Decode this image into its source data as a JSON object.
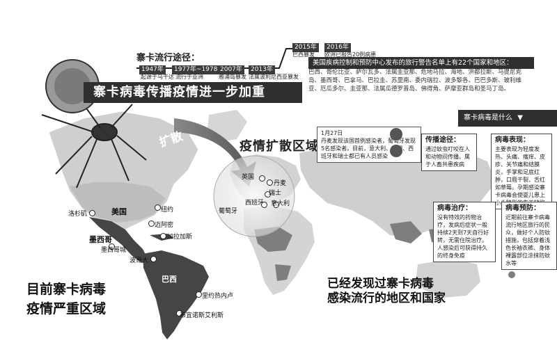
{
  "timeline": {
    "title": "寨卡流行途径：",
    "events": [
      {
        "year": "1947年",
        "caption": "起源于乌干达"
      },
      {
        "year": "1977年~1978年",
        "caption": "流行于亚洲"
      },
      {
        "year": "2007年",
        "caption": "雅浦岛暴发"
      },
      {
        "year": "2013年",
        "caption": "法属波利尼西亚暴发"
      },
      {
        "year": "2015年",
        "caption": "巴西暴发"
      },
      {
        "year": "2016年",
        "caption": "欧洲已报告20例病患"
      }
    ]
  },
  "headline": "寨卡病毒传播疫情进一步加重",
  "warning": {
    "title": "美国疾病控制和预防中心发布的旅行警告名单上有22个国家和地区：",
    "countries": "巴西、哥伦比亚、萨尔瓦多、法属圭亚那、危地马拉、海地、洪都拉斯、马提尼克岛、墨西哥、巴拿马、巴拉圭、苏里南、委内瑞拉、波多黎各、巴巴多斯、玻利维亚、厄瓜多尔、圭亚那、法属瓜德罗普岛、佛得角、萨摩亚群岛和圣马丁岛。"
  },
  "what_is": "寨卡病毒是什么",
  "spread": {
    "title": "疫情扩散区域",
    "arrow_label": "扩散",
    "report": "1月27日\n丹麦发现该国首例感染者，葡萄牙发现5名感染者。目前，意大利、英国、西班牙和瑞士都已有人员感染"
  },
  "transmission": {
    "title": "传播途径：",
    "text": "通过蚊虫叮咬在人和动物间传播。属于人畜共患疾病"
  },
  "symptoms": {
    "title": "病毒表现：",
    "text": "主要表现为轻度发热、头痛、瘙痒、皮疹、关节痛和结膜炎，手掌和足底红肿，口唇干裂、舌红如草莓。孕期感染寨卡病毒会使婴儿患上小头畸形的先天缺陷"
  },
  "treatment": {
    "title": "病毒治疗：",
    "text": "没有特效的药物治疗，发病后症状一般持续2天到7天自行好转，无需住院治疗。人感染后可获得持久的终身免疫"
  },
  "prevention": {
    "title": "病毒预防：",
    "text": "近期前往寨卡病毒流行地区旅行的民众，做好个人防蚊措施，包括穿着浅色长袖衣裤、身体裸露部位涂抹防蚊水等"
  },
  "europe": {
    "uk": "英国",
    "denmark": "丹麦",
    "switzerland": "瑞士",
    "spain": "西班牙",
    "portugal": "葡萄牙",
    "italy": "意大利"
  },
  "americas": {
    "usa": "美国",
    "los_angeles": "洛杉矶",
    "new_york": "纽约",
    "miami": "迈阿密",
    "mexico": "墨西哥",
    "mexico_city": "墨西哥城",
    "caracas": "加拉加斯",
    "bogota": "波哥大",
    "brazil": "巴西",
    "rio": "里约热内卢",
    "buenos_aires": "布宜诺斯艾利斯"
  },
  "severe_label": "目前寨卡病毒\n疫情严重区域",
  "found_label": "已经发现过寨卡病毒\n感染流行的地区和国家",
  "colors": {
    "dark": "#2f2f2f",
    "land": "#d2d2d2",
    "severe": "#454545",
    "found": "#7e7e7e"
  }
}
